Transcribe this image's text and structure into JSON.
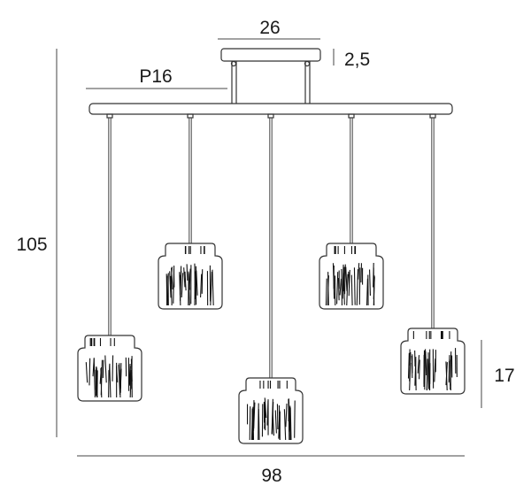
{
  "dimensions": {
    "canopy_width": "26",
    "canopy_height": "2,5",
    "cable_label": "P16",
    "total_height": "105",
    "total_width": "98",
    "shade_height": "17"
  },
  "pendants": [
    {
      "id": 1,
      "cable": 0.62
    },
    {
      "id": 2,
      "cable": 0.36
    },
    {
      "id": 3,
      "cable": 0.74
    },
    {
      "id": 4,
      "cable": 0.36
    },
    {
      "id": 5,
      "cable": 0.6
    }
  ]
}
